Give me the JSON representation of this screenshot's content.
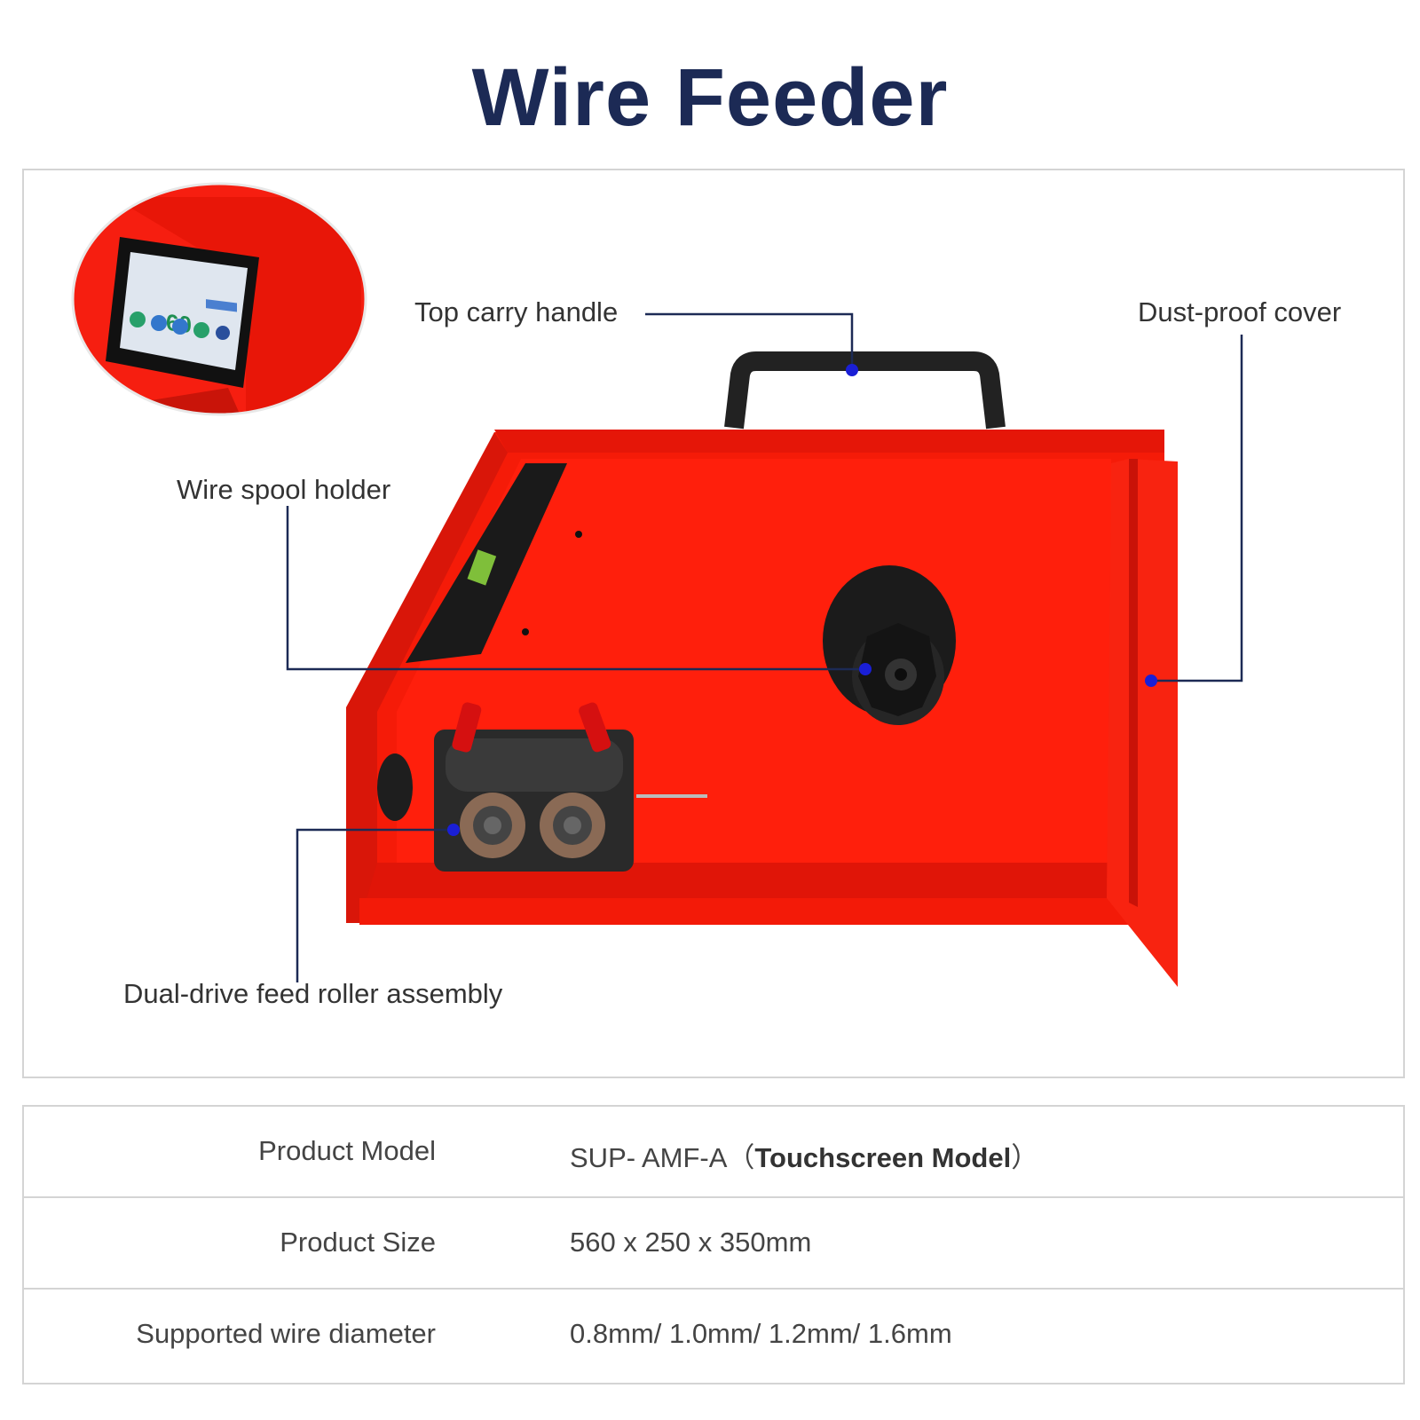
{
  "title": "Wire Feeder",
  "callouts": {
    "top_carry_handle": "Top carry handle",
    "dust_proof_cover": "Dust-proof cover",
    "wire_spool_holder": "Wire spool holder",
    "feed_roller": "Dual-drive feed roller assembly"
  },
  "touchscreen": {
    "display_value": "60"
  },
  "specs": [
    {
      "label": "Product Model",
      "value_prefix": "SUP- AMF-A（",
      "value_bold": "Touchscreen Model",
      "value_suffix": "）"
    },
    {
      "label": "Product Size",
      "value": "560 x 250 x 350mm"
    },
    {
      "label": "Supported wire diameter",
      "value": "0.8mm/ 1.0mm/ 1.2mm/ 1.6mm"
    }
  ],
  "colors": {
    "title": "#1c2a55",
    "housing_red": "#f51b08",
    "callout_line": "#1c2a55",
    "callout_dot": "#1a1fd6"
  }
}
